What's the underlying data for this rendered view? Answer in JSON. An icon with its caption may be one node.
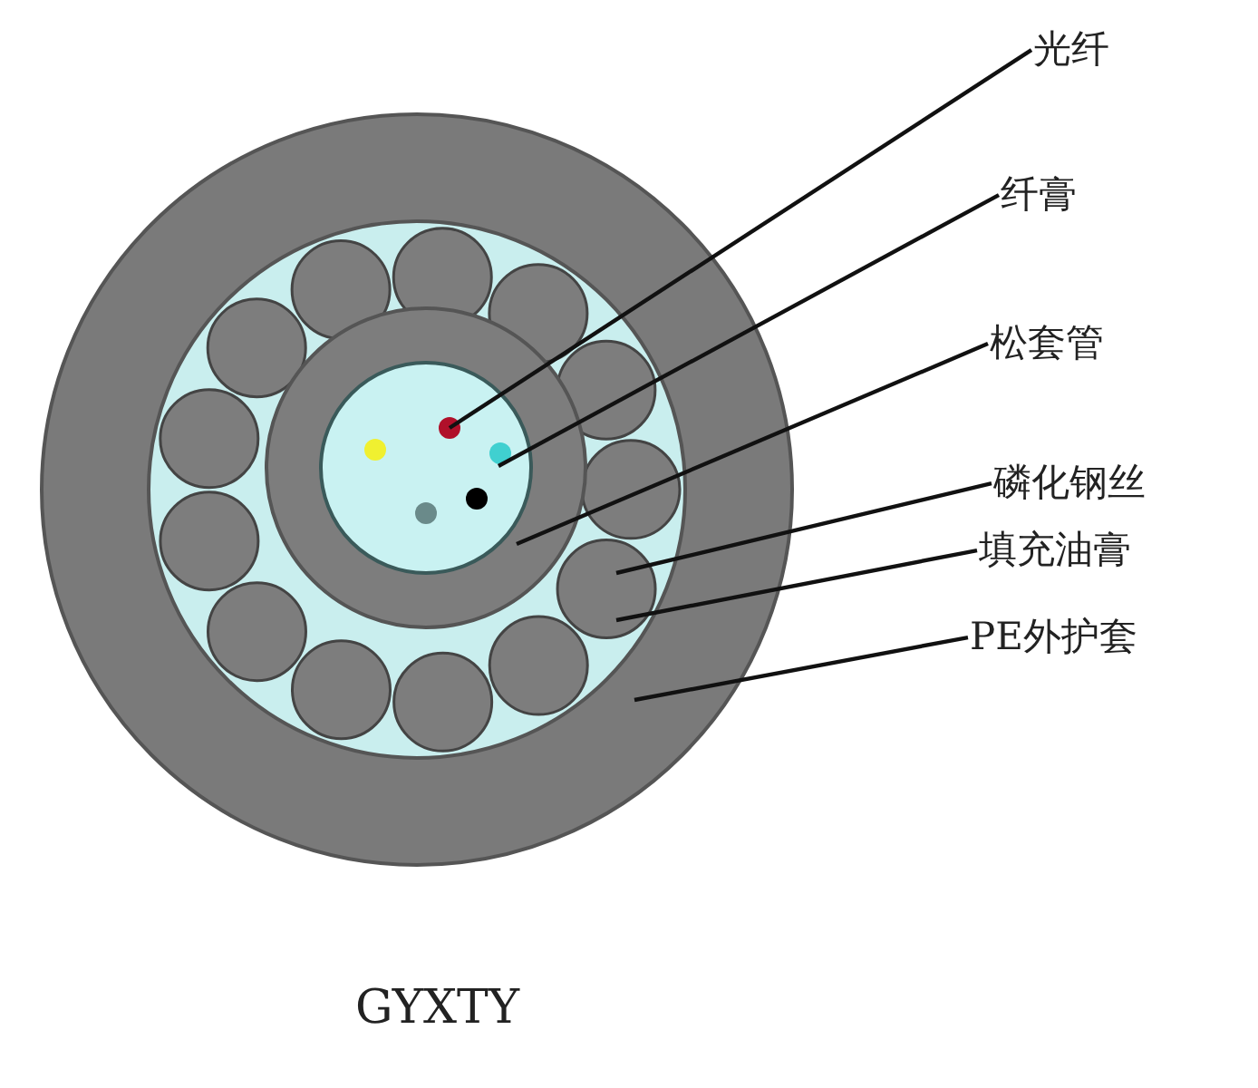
{
  "diagram": {
    "caption": "GYXTY",
    "nodes": [
      {
        "text": [
          "光纤"
        ]
      },
      {
        "text": [
          "纤膏"
        ]
      },
      {
        "text": [
          "松套管"
        ]
      },
      {
        "text": [
          "磷化钢丝"
        ]
      },
      {
        "text": [
          "填充油膏"
        ]
      },
      {
        "text": [
          "PE外护套"
        ]
      }
    ],
    "edges": [
      {
        "from": 0,
        "to": null,
        "arrow": "none"
      },
      {
        "from": 1,
        "to": null,
        "arrow": "none"
      },
      {
        "from": 2,
        "to": null,
        "arrow": "none"
      },
      {
        "from": 3,
        "to": null,
        "arrow": "none"
      },
      {
        "from": 4,
        "to": null,
        "arrow": "none"
      },
      {
        "from": 5,
        "to": null,
        "arrow": "none"
      }
    ]
  }
}
